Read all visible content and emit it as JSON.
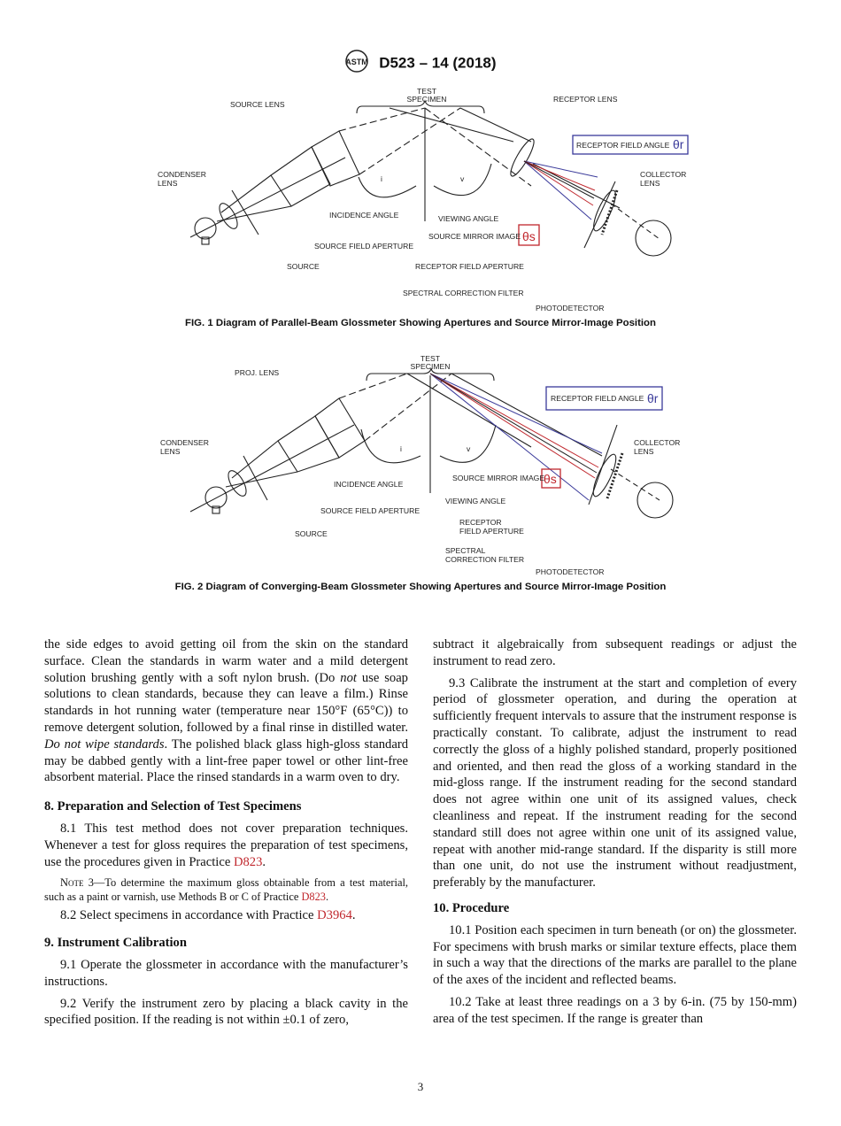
{
  "header": {
    "title": "D523 – 14 (2018)",
    "logo_text": "ASTM"
  },
  "fig1": {
    "labels": {
      "test": "TEST",
      "specimen": "SPECIMEN",
      "source_lens": "SOURCE LENS",
      "receptor_lens": "RECEPTOR LENS",
      "receptor_field_angle": "RECEPTOR FIELD ANGLE",
      "theta_r": "θr",
      "condenser": "CONDENSER",
      "lens": "LENS",
      "collector": "COLLECTOR",
      "incidence_angle": "INCIDENCE ANGLE",
      "viewing_angle": "VIEWING ANGLE",
      "source_mirror_image": "SOURCE MIRROR IMAGE",
      "theta_s": "θs",
      "source_field_aperture": "SOURCE FIELD APERTURE",
      "source": "SOURCE",
      "receptor_field_aperture": "RECEPTOR FIELD APERTURE",
      "spectral_correction_filter": "SPECTRAL CORRECTION FILTER",
      "photodetector": "PHOTODETECTOR",
      "i": "i",
      "v": "v"
    },
    "caption": "FIG. 1 Diagram of Parallel-Beam Glossmeter Showing Apertures and Source Mirror-Image Position"
  },
  "fig2": {
    "labels": {
      "test": "TEST",
      "specimen": "SPECIMEN",
      "proj_lens": "PROJ. LENS",
      "receptor_field_angle": "RECEPTOR FIELD ANGLE",
      "theta_r": "θr",
      "condenser": "CONDENSER",
      "lens": "LENS",
      "collector": "COLLECTOR",
      "incidence_angle": "INCIDENCE ANGLE",
      "viewing_angle": "VIEWING ANGLE",
      "source_mirror_image": "SOURCE MIRROR IMAGE",
      "theta_s": "θs",
      "source_field_aperture": "SOURCE FIELD APERTURE",
      "source": "SOURCE",
      "receptor": "RECEPTOR",
      "field_aperture": "FIELD APERTURE",
      "spectral": "SPECTRAL",
      "correction_filter": "CORRECTION FILTER",
      "photodetector": "PHOTODETECTOR",
      "i": "i",
      "v": "v"
    },
    "caption": "FIG. 2 Diagram of Converging-Beam Glossmeter Showing Apertures and Source Mirror-Image Position"
  },
  "colors": {
    "blue": "#3a3a9a",
    "red": "#c0272d",
    "link": "#c0272d"
  },
  "body": {
    "p1": [
      "the side edges to avoid getting oil from the skin on the standard surface. Clean the standards in warm water and a mild detergent solution brushing gently with a soft nylon brush. (Do ",
      "not",
      " use soap solutions to clean standards, because they can leave a film.) Rinse standards in hot running water (temperature near 150°F (65°C)) to remove detergent solution, followed by a final rinse in distilled water. ",
      "Do not wipe standards",
      ". The polished black glass high-gloss standard may be dabbed gently with a lint-free paper towel or other lint-free absorbent material. Place the rinsed standards in a warm oven to dry."
    ],
    "h8": "8. Preparation and Selection of Test Specimens",
    "p8_1": [
      "8.1 This test method does not cover preparation techniques. Whenever a test for gloss requires the preparation of test specimens, use the procedures given in Practice ",
      "D823",
      "."
    ],
    "note3": [
      "Note 3",
      "—To determine the maximum gloss obtainable from a test material, such as a paint or varnish, use Methods B or C of Practice ",
      "D823",
      "."
    ],
    "p8_2": [
      "8.2 Select specimens in accordance with Practice ",
      "D3964",
      "."
    ],
    "h9": "9. Instrument Calibration",
    "p9_1": "9.1 Operate the glossmeter in accordance with the manufacturer’s instructions.",
    "p9_2": "9.2 Verify the instrument zero by placing a black cavity in the specified position. If the reading is not within ±0.1 of zero,",
    "p9_2_cont": "subtract it algebraically from subsequent readings or adjust the instrument to read zero.",
    "p9_3": "9.3 Calibrate the instrument at the start and completion of every period of glossmeter operation, and during the operation at sufficiently frequent intervals to assure that the instrument response is practically constant. To calibrate, adjust the instrument to read correctly the gloss of a highly polished standard, properly positioned and oriented, and then read the gloss of a working standard in the mid-gloss range. If the instrument reading for the second standard does not agree within one unit of its assigned values, check cleanliness and repeat. If the instrument reading for the second standard still does not agree within one unit of its assigned value, repeat with another mid-range standard. If the disparity is still more than one unit, do not use the instrument without readjustment, preferably by the manufacturer.",
    "h10": "10. Procedure",
    "p10_1": "10.1 Position each specimen in turn beneath (or on) the glossmeter. For specimens with brush marks or similar texture effects, place them in such a way that the directions of the marks are parallel to the plane of the axes of the incident and reflected beams.",
    "p10_2": "10.2 Take at least three readings on a 3 by 6-in. (75 by 150-mm) area of the test specimen. If the range is greater than"
  },
  "page_number": "3"
}
